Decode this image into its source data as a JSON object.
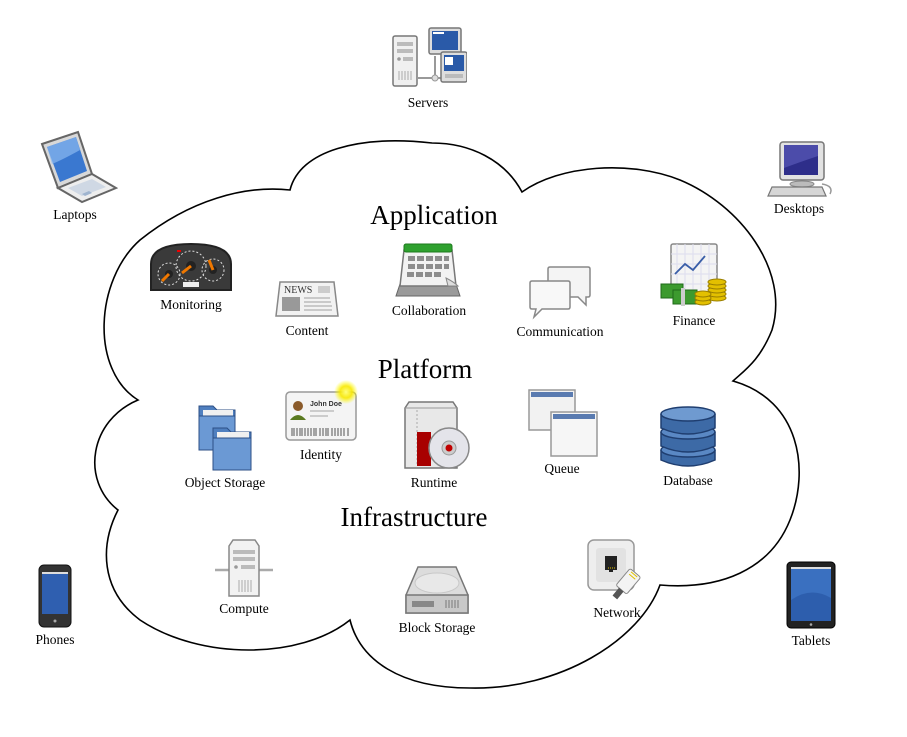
{
  "diagram": {
    "title": "Cloud computing",
    "layers": [
      {
        "id": "application",
        "label": "Application"
      },
      {
        "id": "platform",
        "label": "Platform"
      },
      {
        "id": "infrastructure",
        "label": "Infrastructure"
      }
    ],
    "cloud_components": {
      "application": [
        {
          "label": "Monitoring",
          "icon": "dashboard-gauge-icon"
        },
        {
          "label": "Content",
          "icon": "newspaper-icon"
        },
        {
          "label": "Collaboration",
          "icon": "calendar-icon"
        },
        {
          "label": "Communication",
          "icon": "speech-bubbles-icon"
        },
        {
          "label": "Finance",
          "icon": "money-chart-icon"
        }
      ],
      "platform": [
        {
          "label": "Object Storage",
          "icon": "folders-icon"
        },
        {
          "label": "Identity",
          "icon": "id-card-icon",
          "card_name": "John Doe"
        },
        {
          "label": "Runtime",
          "icon": "software-package-icon"
        },
        {
          "label": "Queue",
          "icon": "stacked-windows-icon"
        },
        {
          "label": "Database",
          "icon": "database-icon"
        }
      ],
      "infrastructure": [
        {
          "label": "Compute",
          "icon": "server-tower-icon"
        },
        {
          "label": "Block Storage",
          "icon": "hard-drive-icon"
        },
        {
          "label": "Network",
          "icon": "ethernet-port-icon"
        }
      ]
    },
    "clients": [
      {
        "label": "Servers",
        "icon": "servers-network-icon"
      },
      {
        "label": "Laptops",
        "icon": "laptop-icon"
      },
      {
        "label": "Desktops",
        "icon": "desktop-computer-icon"
      },
      {
        "label": "Phones",
        "icon": "smartphone-icon"
      },
      {
        "label": "Tablets",
        "icon": "tablet-icon"
      }
    ],
    "news_label": "NEWS",
    "colors": {
      "cloud_outline": "#000000",
      "folder_blue": "#4f7fbf",
      "database_blue": "#3d6aa6",
      "calendar_green": "#2fa12f",
      "money_green": "#3c9a2e",
      "coin_gold": "#e3c000",
      "runtime_red": "#a80000",
      "gauge_orange": "#f07800",
      "screen_blue": "#2a5aa8"
    }
  }
}
